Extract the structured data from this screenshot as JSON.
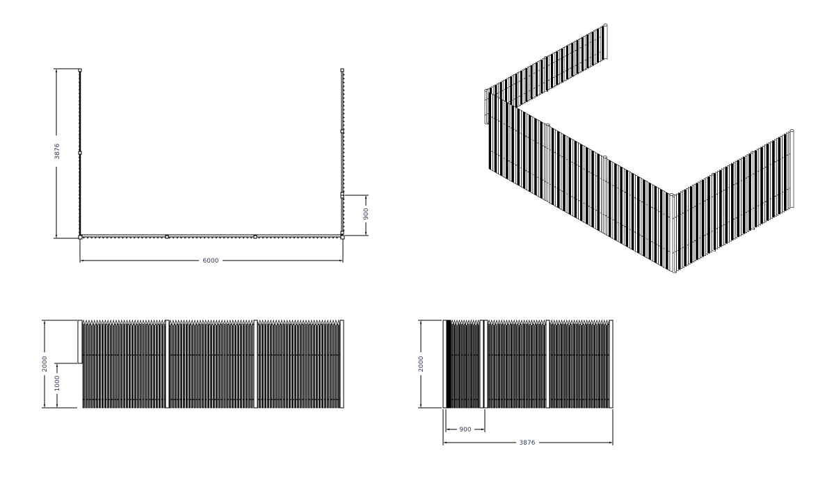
{
  "drawing": {
    "views": [
      "plan-view",
      "isometric-view",
      "front-elevation",
      "side-elevation"
    ],
    "line_color": "#000000",
    "dimension_text_color": "#2f3a55"
  },
  "plan": {
    "dim_depth": "3876",
    "dim_width": "6000",
    "dim_gate": "900"
  },
  "front": {
    "dim_height": "2000",
    "dim_half_height": "1000"
  },
  "side": {
    "dim_height": "2000",
    "dim_gate": "900",
    "dim_width": "3876"
  }
}
